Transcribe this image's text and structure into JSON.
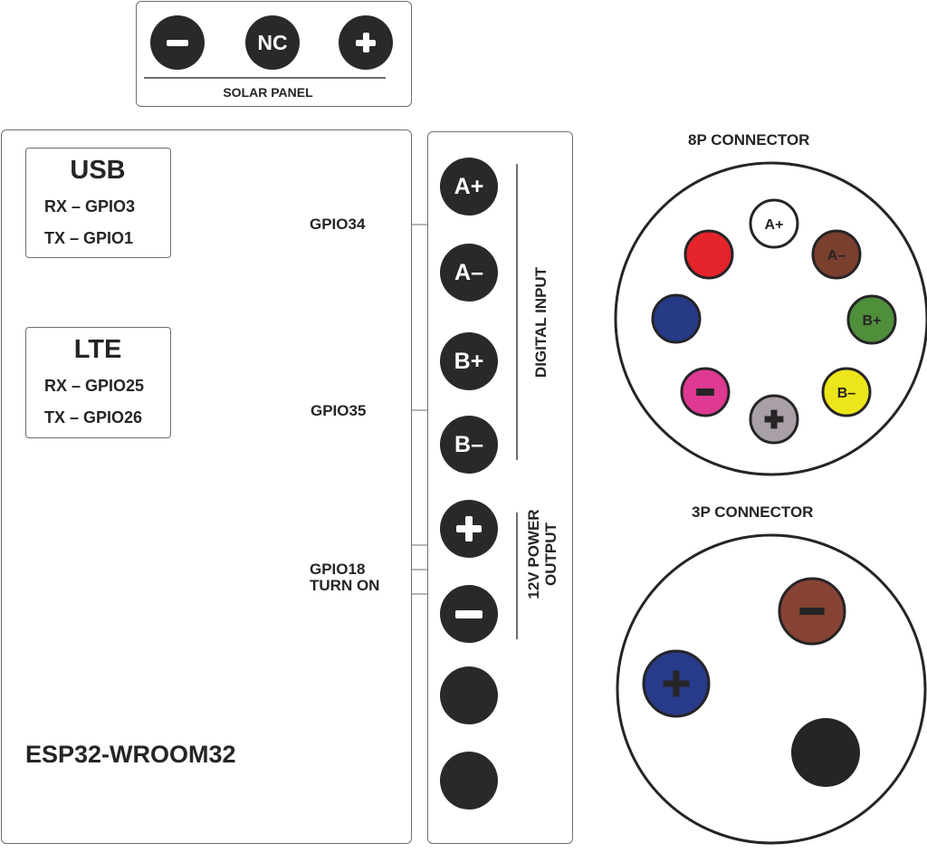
{
  "solar_panel": {
    "title": "SOLAR PANEL",
    "pins": [
      {
        "id": "minus",
        "label": "",
        "symbol": "minus-icon"
      },
      {
        "id": "nc",
        "label": "NC",
        "symbol": ""
      },
      {
        "id": "plus",
        "label": "",
        "symbol": "plus-icon"
      }
    ]
  },
  "mcu": {
    "name": "ESP32-WROOM32",
    "usb": {
      "title": "USB",
      "rx": "RX – GPIO3",
      "tx": "TX – GPIO1"
    },
    "lte": {
      "title": "LTE",
      "rx": "RX – GPIO25",
      "tx": "TX – GPIO26"
    },
    "gpio_labels": {
      "gpio34": "GPIO34",
      "gpio35": "GPIO35",
      "gpio18_line1": "GPIO18",
      "gpio18_line2": "TURN ON"
    }
  },
  "terminal_block": {
    "digital_input_label": "DIGITAL INPUT",
    "power_output_label_line1": "12V POWER",
    "power_output_label_line2": "OUTPUT",
    "pins": [
      {
        "label": "A+"
      },
      {
        "label": "A–"
      },
      {
        "label": "B+"
      },
      {
        "label": "B–"
      },
      {
        "label": "",
        "symbol": "plus-icon"
      },
      {
        "label": "",
        "symbol": "minus-icon"
      },
      {
        "label": ""
      },
      {
        "label": ""
      }
    ]
  },
  "connector_8p": {
    "title": "8P CONNECTOR",
    "pins": [
      {
        "label": "A+",
        "color": "#ffffff",
        "text_color": "#262427"
      },
      {
        "label": "A–",
        "color": "#7b3f2e",
        "text_color": "#262427"
      },
      {
        "label": "B+",
        "color": "#4f8f3a",
        "text_color": "#262427"
      },
      {
        "label": "B–",
        "color": "#ece51a",
        "text_color": "#262427"
      },
      {
        "label": "+",
        "color": "#a8a0a6",
        "text_color": "#262427"
      },
      {
        "label": "–",
        "color": "#df3a91",
        "text_color": "#262427"
      },
      {
        "label": "",
        "color": "#263a86",
        "text_color": "#262427"
      },
      {
        "label": "",
        "color": "#e3242b",
        "text_color": "#262427"
      }
    ]
  },
  "connector_3p": {
    "title": "3P CONNECTOR",
    "pins": [
      {
        "label": "–",
        "color": "#874333"
      },
      {
        "label": "+",
        "color": "#283a8a"
      },
      {
        "label": "",
        "color": "#262427"
      }
    ]
  }
}
